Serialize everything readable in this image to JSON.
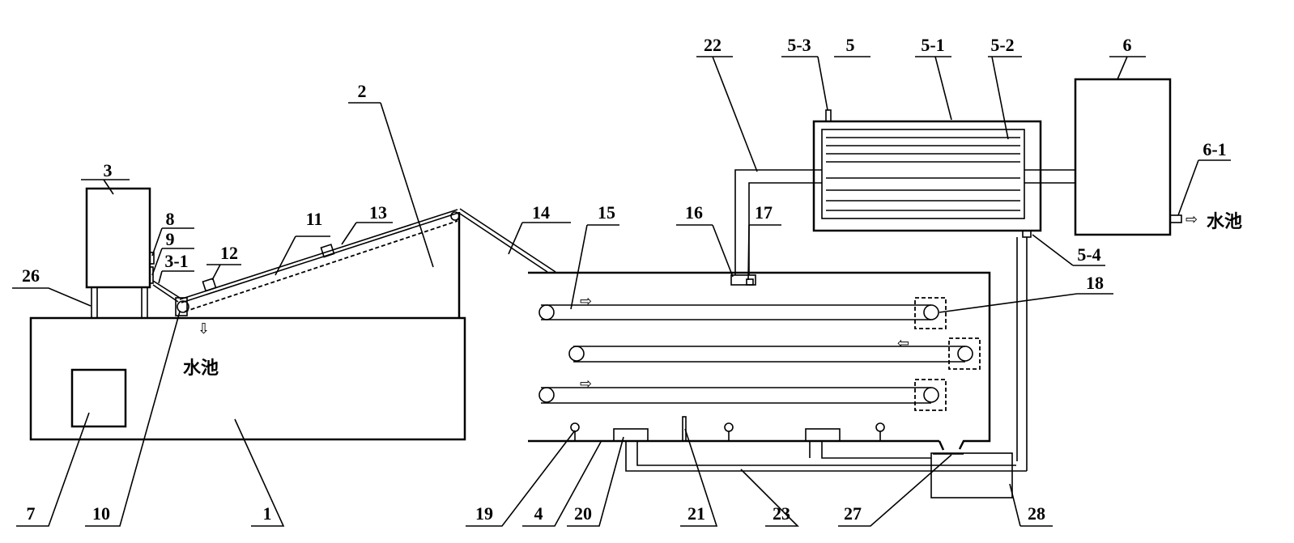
{
  "labels": {
    "l1": "1",
    "l2": "2",
    "l3": "3",
    "l3_1": "3-1",
    "l4": "4",
    "l5": "5",
    "l5_1": "5-1",
    "l5_2": "5-2",
    "l5_3": "5-3",
    "l5_4": "5-4",
    "l6": "6",
    "l6_1": "6-1",
    "l7": "7",
    "l8": "8",
    "l9": "9",
    "l10": "10",
    "l11": "11",
    "l12": "12",
    "l13": "13",
    "l14": "14",
    "l15": "15",
    "l16": "16",
    "l17": "17",
    "l18": "18",
    "l19": "19",
    "l20": "20",
    "l21": "21",
    "l22": "22",
    "l23": "23",
    "l26": "26",
    "l27": "27",
    "l28": "28"
  },
  "annotations": {
    "pool_left": "水池",
    "pool_right": "水池"
  },
  "icons": {
    "flow_right": "⇨",
    "flow_left": "⇦",
    "flow_down": "⇩"
  }
}
